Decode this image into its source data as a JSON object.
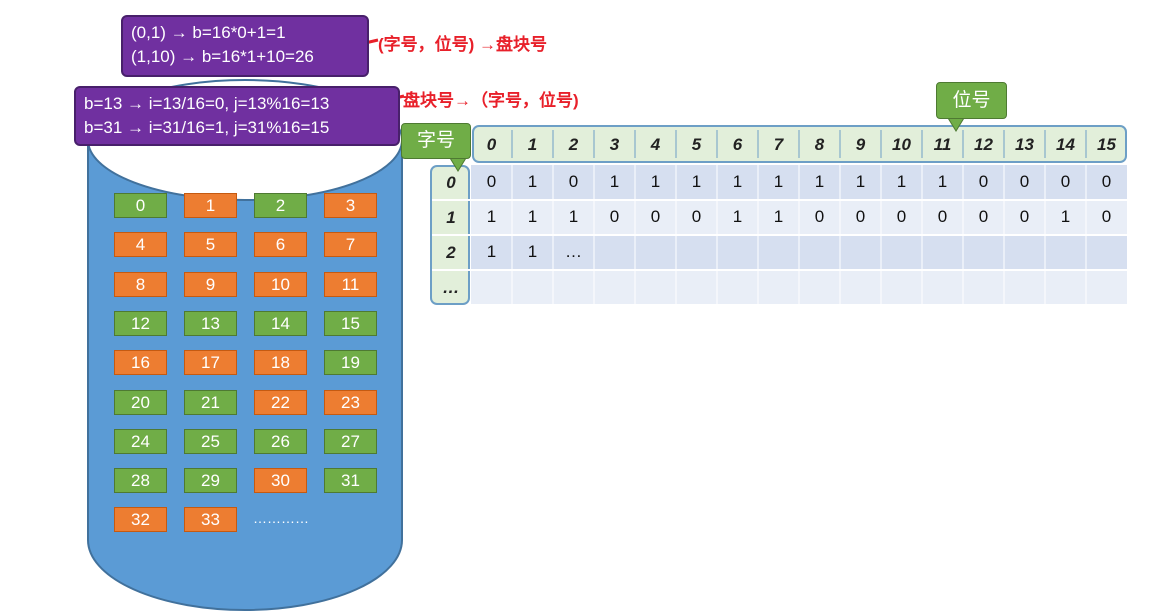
{
  "callout_top": {
    "lines": [
      "(0,1) → b=16*0+1=1",
      "(1,10) → b=16*1+10=26"
    ]
  },
  "callout_bottom": {
    "lines": [
      "b=13 → i=13/16=0, j=13%16=13",
      "b=31 → i=31/16=1, j=31%16=15"
    ]
  },
  "label_to_block": "(字号，位号) →盘块号",
  "label_to_pos": "盘块号→（字号，位号)",
  "disk": {
    "blocks": [
      {
        "n": "0",
        "c": "green"
      },
      {
        "n": "1",
        "c": "orange"
      },
      {
        "n": "2",
        "c": "green"
      },
      {
        "n": "3",
        "c": "orange"
      },
      {
        "n": "4",
        "c": "orange"
      },
      {
        "n": "5",
        "c": "orange"
      },
      {
        "n": "6",
        "c": "orange"
      },
      {
        "n": "7",
        "c": "orange"
      },
      {
        "n": "8",
        "c": "orange"
      },
      {
        "n": "9",
        "c": "orange"
      },
      {
        "n": "10",
        "c": "orange"
      },
      {
        "n": "11",
        "c": "orange"
      },
      {
        "n": "12",
        "c": "green"
      },
      {
        "n": "13",
        "c": "green"
      },
      {
        "n": "14",
        "c": "green"
      },
      {
        "n": "15",
        "c": "green"
      },
      {
        "n": "16",
        "c": "orange"
      },
      {
        "n": "17",
        "c": "orange"
      },
      {
        "n": "18",
        "c": "orange"
      },
      {
        "n": "19",
        "c": "green"
      },
      {
        "n": "20",
        "c": "green"
      },
      {
        "n": "21",
        "c": "green"
      },
      {
        "n": "22",
        "c": "orange"
      },
      {
        "n": "23",
        "c": "orange"
      },
      {
        "n": "24",
        "c": "green"
      },
      {
        "n": "25",
        "c": "green"
      },
      {
        "n": "26",
        "c": "green"
      },
      {
        "n": "27",
        "c": "green"
      },
      {
        "n": "28",
        "c": "green"
      },
      {
        "n": "29",
        "c": "green"
      },
      {
        "n": "30",
        "c": "orange"
      },
      {
        "n": "31",
        "c": "green"
      },
      {
        "n": "32",
        "c": "orange"
      },
      {
        "n": "33",
        "c": "orange"
      }
    ],
    "more": "…………",
    "colors": {
      "green": "#70ad47",
      "orange": "#ed7d31",
      "disk": "#5b9bd5"
    }
  },
  "bitmap": {
    "bit_label": "位号",
    "word_label": "字号",
    "col_headers": [
      "0",
      "1",
      "2",
      "3",
      "4",
      "5",
      "6",
      "7",
      "8",
      "9",
      "10",
      "11",
      "12",
      "13",
      "14",
      "15"
    ],
    "row_headers": [
      "0",
      "1",
      "2",
      "…"
    ],
    "rows": [
      [
        "0",
        "1",
        "0",
        "1",
        "1",
        "1",
        "1",
        "1",
        "1",
        "1",
        "1",
        "1",
        "0",
        "0",
        "0",
        "0"
      ],
      [
        "1",
        "1",
        "1",
        "0",
        "0",
        "0",
        "1",
        "1",
        "0",
        "0",
        "0",
        "0",
        "0",
        "0",
        "1",
        "0"
      ],
      [
        "1",
        "1",
        "…",
        "",
        "",
        "",
        "",
        "",
        "",
        "",
        "",
        "",
        "",
        "",
        "",
        ""
      ],
      [
        "",
        "",
        "",
        "",
        "",
        "",
        "",
        "",
        "",
        "",
        "",
        "",
        "",
        "",
        "",
        ""
      ]
    ]
  }
}
